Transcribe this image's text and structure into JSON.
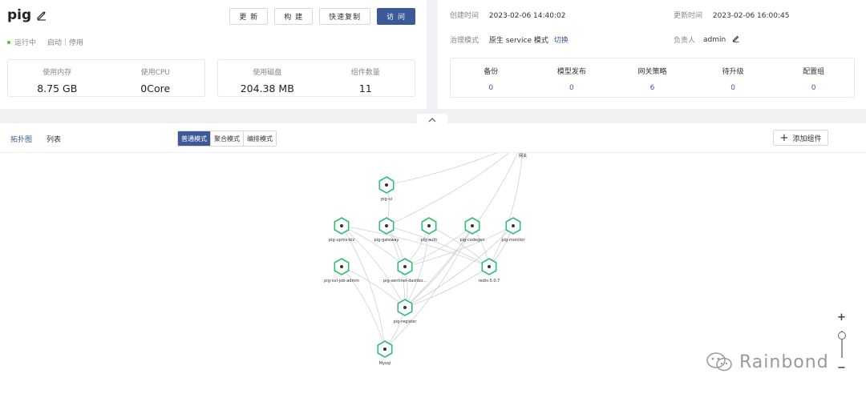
{
  "app": {
    "name": "pig",
    "buttons": [
      "更 新",
      "构 建",
      "快速复制",
      "访 问"
    ],
    "status": {
      "state": "运行中",
      "start": "启动",
      "stop": "停用"
    },
    "resources": [
      {
        "label": "使用内存",
        "value": "8.75 GB"
      },
      {
        "label": "使用CPU",
        "value": "0Core"
      }
    ],
    "storage": [
      {
        "label": "使用磁盘",
        "value": "204.38 MB"
      },
      {
        "label": "组件数量",
        "value": "11"
      }
    ]
  },
  "info": {
    "created_label": "创建时间",
    "created": "2023-02-06 14:40:02",
    "updated_label": "更新时间",
    "updated": "2023-02-06 16:00:45",
    "governance_label": "治理模式",
    "governance": "原生 service 模式",
    "switch": "切换",
    "owner_label": "负责人",
    "owner": "admin",
    "stats": [
      {
        "label": "备份",
        "value": "0"
      },
      {
        "label": "模型发布",
        "value": "0"
      },
      {
        "label": "网关策略",
        "value": "6"
      },
      {
        "label": "待升级",
        "value": "0"
      },
      {
        "label": "配置组",
        "value": "0"
      }
    ]
  },
  "views": {
    "topology": "拓扑图",
    "list": "列表"
  },
  "modes": [
    "普通模式",
    "聚合模式",
    "编排模式"
  ],
  "add_component": "添加组件",
  "colors": {
    "primary": "#3d5a98",
    "node": "#2fbf71",
    "running": "#52c41a",
    "edge": "#d0d0d8",
    "gateway": "#5aa3e0"
  },
  "topology": {
    "nodes": [
      {
        "id": "gw",
        "label": "网关",
        "icon": "cloud-icon"
      },
      {
        "id": "ui",
        "label": "pig-ui",
        "icon": "hexagon-icon"
      },
      {
        "id": "upms",
        "label": "pig-upms-biz",
        "icon": "hexagon-icon"
      },
      {
        "id": "gateway",
        "label": "pig-gateway",
        "icon": "hexagon-icon"
      },
      {
        "id": "auth",
        "label": "pig-auth",
        "icon": "hexagon-icon"
      },
      {
        "id": "codegen",
        "label": "pig-codegen",
        "icon": "hexagon-icon"
      },
      {
        "id": "monitor",
        "label": "pig-monitor",
        "icon": "hexagon-icon"
      },
      {
        "id": "xxljob",
        "label": "pig-xxl-job-admin",
        "icon": "hexagon-icon"
      },
      {
        "id": "sentinel",
        "label": "pig-sentinel-dashbo...",
        "icon": "hexagon-icon"
      },
      {
        "id": "redis",
        "label": "redis-5.0.7",
        "icon": "hexagon-icon"
      },
      {
        "id": "register",
        "label": "pig-register",
        "icon": "hexagon-icon"
      },
      {
        "id": "mysql",
        "label": "Mysql",
        "icon": "hexagon-icon"
      }
    ],
    "edges": [
      [
        "gw",
        "ui"
      ],
      [
        "gw",
        "gateway"
      ],
      [
        "gw",
        "redis"
      ],
      [
        "gw",
        "register"
      ],
      [
        "ui",
        "gateway"
      ],
      [
        "upms",
        "register"
      ],
      [
        "upms",
        "redis"
      ],
      [
        "upms",
        "mysql"
      ],
      [
        "upms",
        "sentinel"
      ],
      [
        "gateway",
        "register"
      ],
      [
        "gateway",
        "redis"
      ],
      [
        "gateway",
        "sentinel"
      ],
      [
        "auth",
        "register"
      ],
      [
        "auth",
        "redis"
      ],
      [
        "auth",
        "sentinel"
      ],
      [
        "codegen",
        "register"
      ],
      [
        "codegen",
        "redis"
      ],
      [
        "codegen",
        "mysql"
      ],
      [
        "codegen",
        "sentinel"
      ],
      [
        "monitor",
        "register"
      ],
      [
        "monitor",
        "redis"
      ],
      [
        "monitor",
        "sentinel"
      ],
      [
        "xxljob",
        "register"
      ],
      [
        "xxljob",
        "mysql"
      ],
      [
        "sentinel",
        "register"
      ],
      [
        "redis",
        "register"
      ],
      [
        "register",
        "mysql"
      ]
    ]
  },
  "zoom": {
    "in": "+",
    "out": "−"
  },
  "watermark": "Rainbond"
}
